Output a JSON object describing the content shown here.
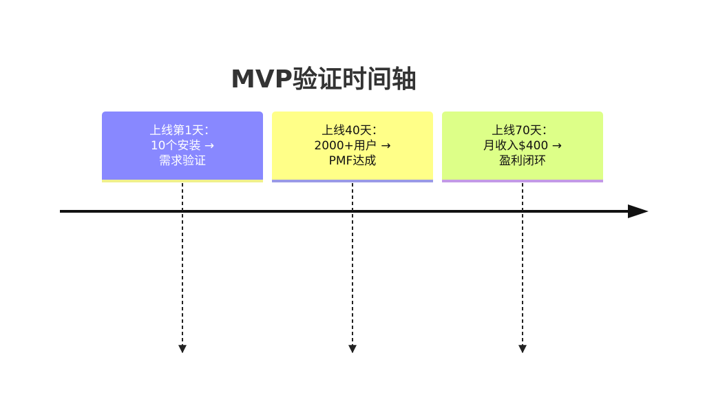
{
  "title": "MVP验证时间轴",
  "milestones": [
    {
      "lines": [
        "上线第1天：",
        "10个安装 →",
        "需求验证"
      ],
      "bg": "#8888ff",
      "border": "#f0f08c",
      "text_color": "#ffffff"
    },
    {
      "lines": [
        "上线40天：",
        "2000+用户 →",
        "PMF达成"
      ],
      "bg": "#ffff88",
      "border": "#9a9ae6",
      "text_color": "#111111"
    },
    {
      "lines": [
        "上线70天：",
        "月收入$400 →",
        "盈利闭环"
      ],
      "bg": "#ddff88",
      "border": "#c39ae6",
      "text_color": "#111111"
    }
  ],
  "colors": {
    "axis": "#111111",
    "connector": "#222222"
  }
}
